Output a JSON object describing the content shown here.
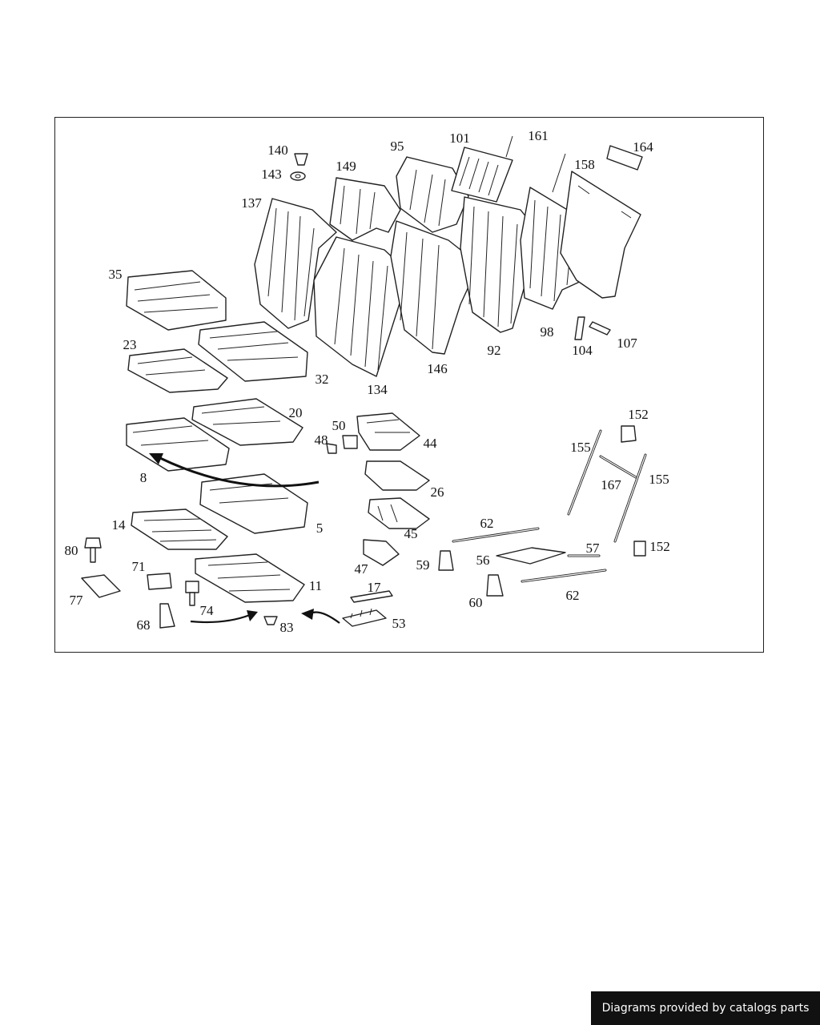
{
  "diagram": {
    "callouts": [
      "140",
      "143",
      "149",
      "95",
      "101",
      "161",
      "164",
      "158",
      "137",
      "35",
      "23",
      "32",
      "134",
      "146",
      "92",
      "98",
      "104",
      "107",
      "20",
      "50",
      "48",
      "44",
      "8",
      "26",
      "5",
      "62",
      "14",
      "45",
      "80",
      "71",
      "47",
      "59",
      "56",
      "57",
      "152",
      "155",
      "167",
      "11",
      "17",
      "77",
      "74",
      "68",
      "83",
      "53",
      "60"
    ]
  },
  "footer": {
    "text": "Diagrams provided by catalogs parts"
  }
}
